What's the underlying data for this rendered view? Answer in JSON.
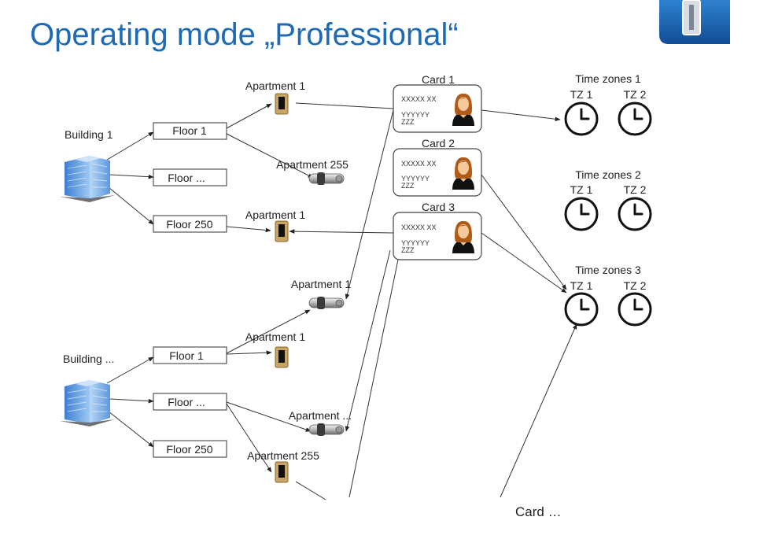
{
  "title": "Operating mode „Professional“",
  "brand": {
    "logo_icon": "door-handle-logo",
    "color": "#1f6bb3"
  },
  "buildings": [
    {
      "label": "Building 1",
      "floors": [
        "Floor 1",
        "Floor ...",
        "Floor 250"
      ]
    },
    {
      "label": "Building ...",
      "floors": [
        "Floor 1",
        "Floor ...",
        "Floor 250"
      ]
    }
  ],
  "apartments": [
    "Apartment 1",
    "Apartment 255",
    "Apartment 1",
    "Apartment 1",
    "Apartment 1",
    "Apartment ...",
    "Apartment 255"
  ],
  "cards": [
    {
      "label": "Card 1",
      "line1": "XXXXX XX",
      "line2": "YYYYYY",
      "line3": "ZZZ"
    },
    {
      "label": "Card 2",
      "line1": "XXXXX XX",
      "line2": "YYYYYY",
      "line3": "ZZZ"
    },
    {
      "label": "Card 3",
      "line1": "XXXXX XX",
      "line2": "YYYYYY",
      "line3": "ZZZ"
    }
  ],
  "card_more_label": "Card …",
  "time_zone_groups": [
    {
      "label": "Time zones 1",
      "zones": [
        "TZ 1",
        "TZ 2"
      ]
    },
    {
      "label": "Time zones 2",
      "zones": [
        "TZ 1",
        "TZ 2"
      ]
    },
    {
      "label": "Time zones 3",
      "zones": [
        "TZ 1",
        "TZ 2"
      ]
    }
  ],
  "icons": {
    "building": "building-icon",
    "wall_reader": "wall-reader-icon",
    "cylinder": "lock-cylinder-icon",
    "person": "person-icon",
    "clock": "clock-icon"
  }
}
